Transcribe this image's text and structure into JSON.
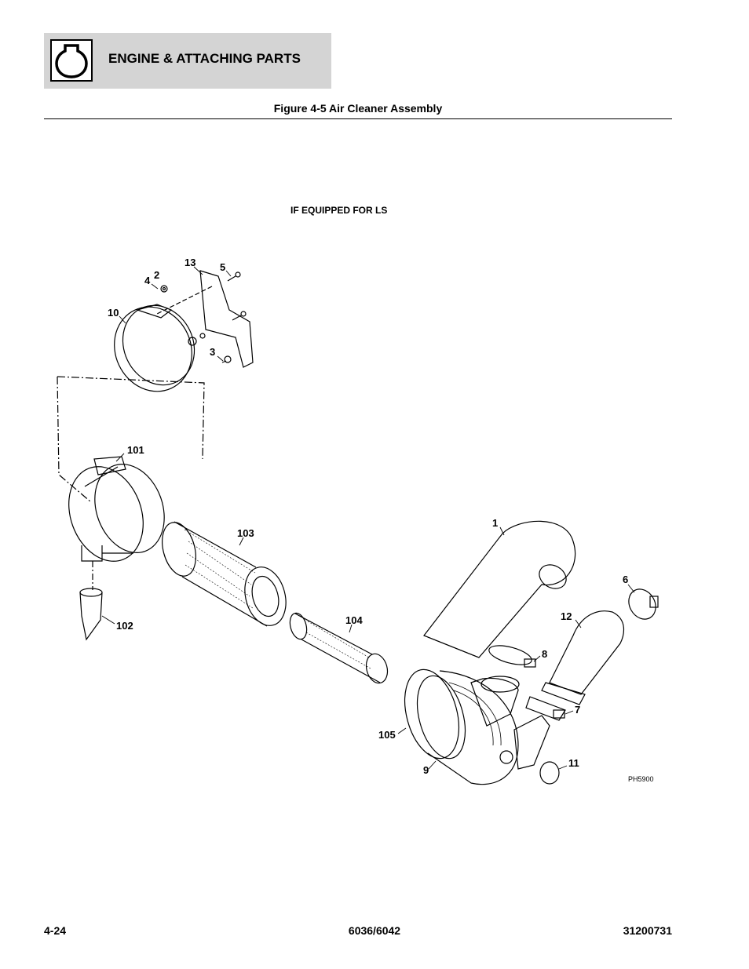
{
  "header": {
    "title": "ENGINE & ATTACHING PARTS",
    "icon": "engine-icon"
  },
  "figure": {
    "title": "Figure 4-5 Air Cleaner Assembly",
    "note": "IF EQUIPPED FOR LS",
    "code": "PH5900"
  },
  "callouts": {
    "c1": "1",
    "c2": "2",
    "c3": "3",
    "c4": "4",
    "c5": "5",
    "c6": "6",
    "c7": "7",
    "c8": "8",
    "c9": "9",
    "c10": "10",
    "c11": "11",
    "c12": "12",
    "c13": "13",
    "c101": "101",
    "c102": "102",
    "c103": "103",
    "c104": "104",
    "c105": "105"
  },
  "footer": {
    "left": "4-24",
    "center": "6036/6042",
    "right": "31200731"
  }
}
